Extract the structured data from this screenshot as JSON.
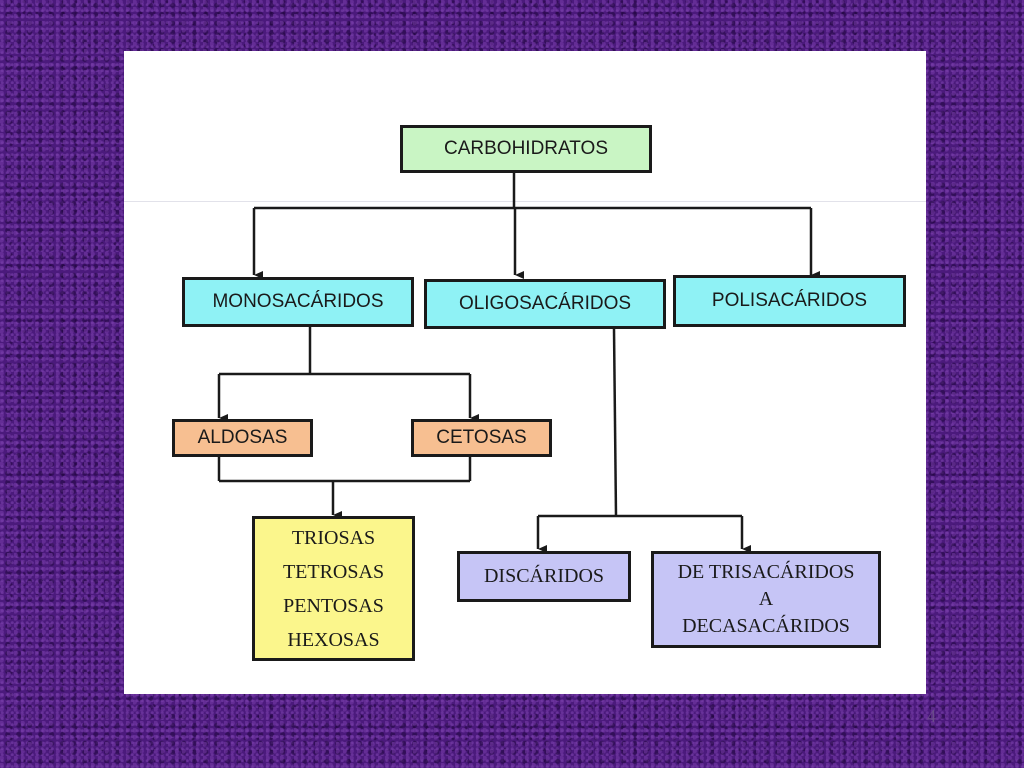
{
  "diagram": {
    "root": "CARBOHIDRATOS",
    "level1": {
      "monosacaridos": "MONOSACÁRIDOS",
      "oligosacaridos": "OLIGOSACÁRIDOS",
      "polisacaridos": "POLISACÁRIDOS"
    },
    "mono_children": {
      "aldosas": "ALDOSAS",
      "cetosas": "CETOSAS"
    },
    "mono_types": [
      "TRIOSAS",
      "TETROSAS",
      "PENTOSAS",
      "HEXOSAS"
    ],
    "oligo_children": {
      "discaridos": "DISCÁRIDOS",
      "tri_to_deca": [
        "DE TRISACÁRIDOS",
        "A",
        "DECASACÁRIDOS"
      ]
    }
  },
  "page_number": "4"
}
